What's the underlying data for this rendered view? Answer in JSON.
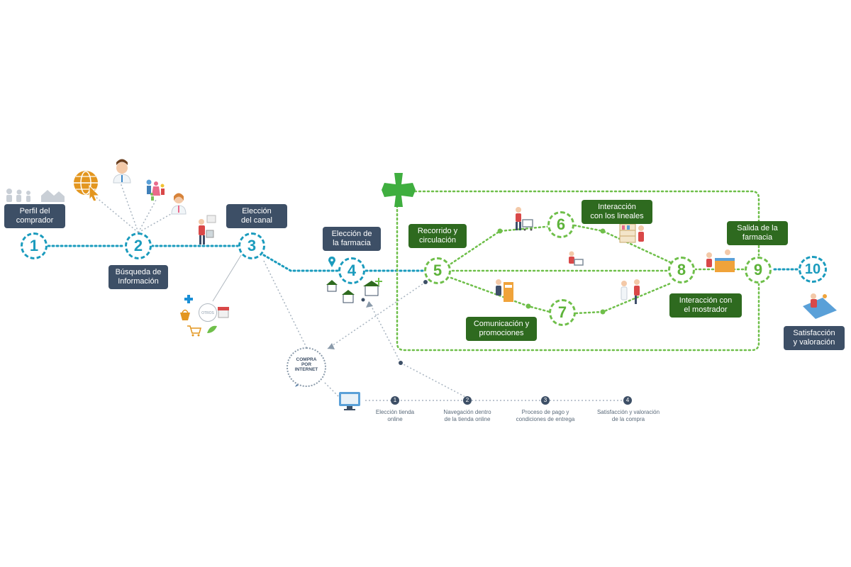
{
  "steps": [
    {
      "number": "1",
      "label": "Perfil del\ncomprador"
    },
    {
      "number": "2",
      "label": "Búsqueda de\nInformación"
    },
    {
      "number": "3",
      "label": "Elección\ndel canal"
    },
    {
      "number": "4",
      "label": "Elección de\nla farmacia"
    },
    {
      "number": "5",
      "label": "Recorrido y\ncirculación"
    },
    {
      "number": "6",
      "label": "Interacción\ncon los lineales"
    },
    {
      "number": "7",
      "label": "Comunicación y\npromociones"
    },
    {
      "number": "8",
      "label": "Interacción con\nel mostrador"
    },
    {
      "number": "9",
      "label": "Salida de la\nfarmacia"
    },
    {
      "number": "10",
      "label": "Satisfacción\ny valoración"
    }
  ],
  "online": {
    "center_label": "COMPRA\nPOR\nINTERNET",
    "otros_label": "OTROS",
    "steps": [
      {
        "number": "1",
        "label": "Elección  tienda\nonline"
      },
      {
        "number": "2",
        "label": "Navegación dentro\nde la tienda online"
      },
      {
        "number": "3",
        "label": "Proceso de pago y\ncondiciones de entrega"
      },
      {
        "number": "4",
        "label": "Satisfacción y valoración\nde la compra"
      }
    ]
  },
  "colors": {
    "blue": "#1a9bbd",
    "green": "#6fbf4a",
    "dark_label": "#3d4f66",
    "green_label": "#2e6a1f",
    "pharmacy_cross": "#3fae3f"
  },
  "icons": [
    "people-icon",
    "globe-icon",
    "doctor-icon",
    "family-icon",
    "pharmacist-icon",
    "shopper-icon",
    "pharmacy-cross-icon",
    "store-icon",
    "computer-icon",
    "cart-icon",
    "counter-icon"
  ]
}
